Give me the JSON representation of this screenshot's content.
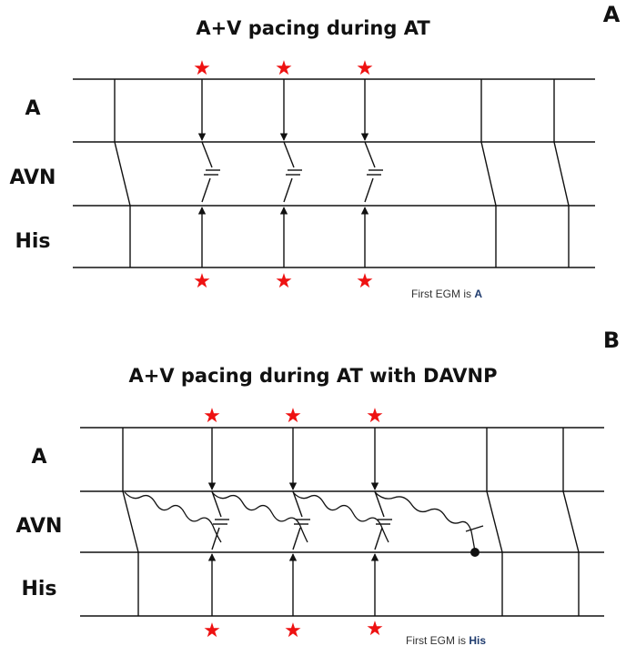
{
  "panels": [
    {
      "id": "A",
      "letter": "A",
      "title": "A+V pacing during AT",
      "rows": [
        "A",
        "AVN",
        "His"
      ],
      "note_prefix": "First EGM is ",
      "note_emphasis": "A",
      "star_color": "#ee1111"
    },
    {
      "id": "B",
      "letter": "B",
      "title": "A+V pacing during AT with DAVNP",
      "rows": [
        "A",
        "AVN",
        "His"
      ],
      "note_prefix": "First EGM is ",
      "note_emphasis": "His",
      "star_color": "#ee1111"
    }
  ],
  "pacing_symbol": "★"
}
